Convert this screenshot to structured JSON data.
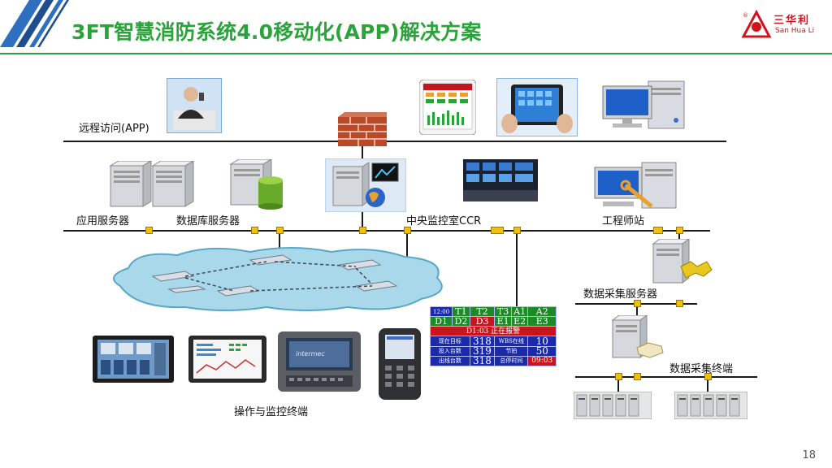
{
  "header": {
    "title": "3FT智慧消防系统4.0移动化(APP)解决方案",
    "logo_text": "三华利",
    "logo_subtext": "San Hua Li"
  },
  "labels": {
    "remote_access": "远程访问(APP)",
    "app_server": "应用服务器",
    "db_server": "数据库服务器",
    "control_room": "中央监控室CCR",
    "engineer_station": "工程师站",
    "data_server": "数据采集服务器",
    "data_terminal": "数据采集终端",
    "operator_terminal": "操作与监控终端"
  },
  "board": {
    "rows": [
      [
        "12:00",
        "T1",
        "T2",
        "T3",
        "A1",
        "A2"
      ],
      [
        "D1",
        "D2",
        "D3",
        "E1",
        "E2",
        "E3"
      ]
    ],
    "banner": "D1:03 正在报警",
    "stats": [
      [
        "现在目标",
        "318",
        "WBS在线",
        "10"
      ],
      [
        "投入台数",
        "319",
        "节拍",
        "50"
      ],
      [
        "出线台数",
        "318",
        "总停时间",
        "09:03"
      ]
    ]
  },
  "colors": {
    "title": "#2aa43a",
    "accent": "#f0c010",
    "logo": "#d0141c"
  },
  "page_number": "18"
}
